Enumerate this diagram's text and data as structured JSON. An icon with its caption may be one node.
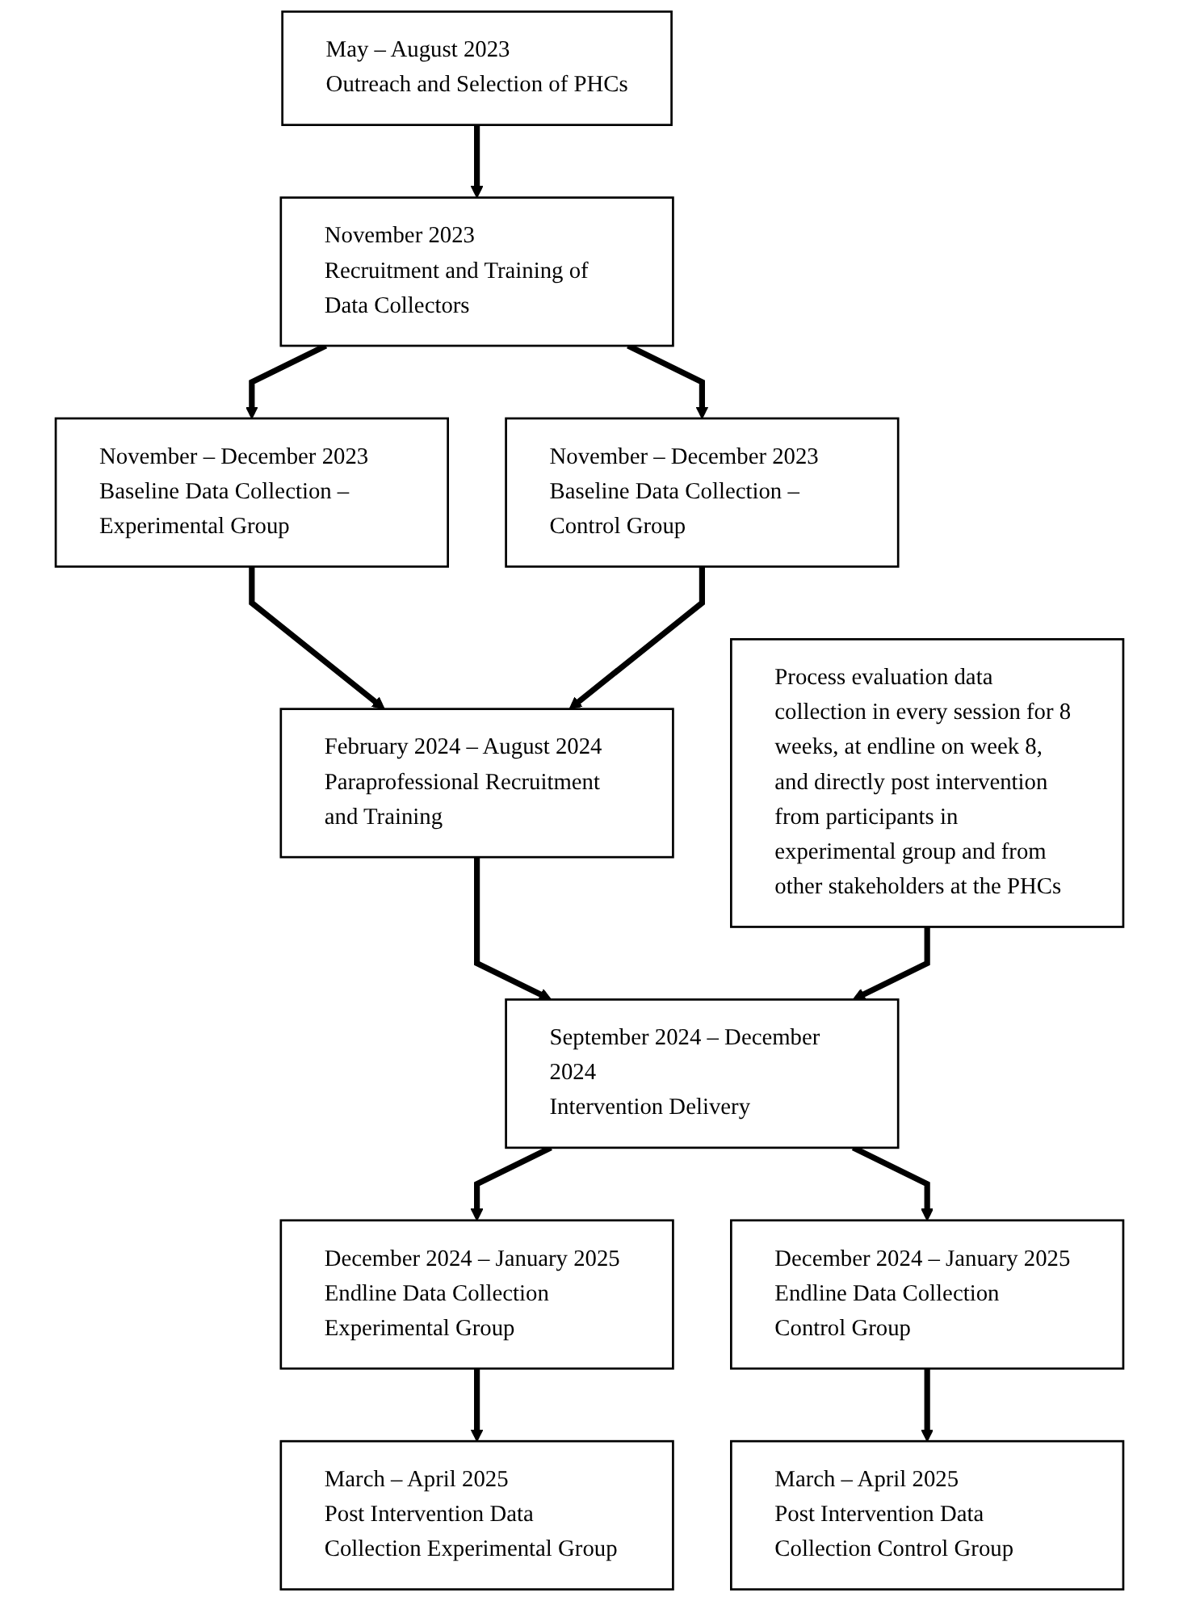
{
  "diagram": {
    "nodes": [
      {
        "text": [
          "May – August 2023",
          "Outreach and Selection of PHCs"
        ]
      },
      {
        "text": [
          "November 2023",
          "Recruitment and Training of Data Collectors"
        ]
      },
      {
        "text": [
          "November – December 2023",
          "Baseline Data Collection – Experimental Group"
        ]
      },
      {
        "text": [
          "November – December 2023",
          "Baseline Data Collection – Control Group"
        ]
      },
      {
        "text": [
          "February 2024 – August 2024",
          "Paraprofessional Recruitment and Training"
        ]
      },
      {
        "text": [
          "September 2024 – December 2024",
          "Intervention Delivery"
        ]
      },
      {
        "text": [
          "Process evaluation data collection in every session for 8 weeks, at endline on week 8, and directly post intervention from participants in experimental group and from other stakeholders at the PHCs"
        ]
      },
      {
        "text": [
          "December 2024 – January 2025",
          "Endline Data Collection Experimental Group"
        ]
      },
      {
        "text": [
          "December 2024 – January 2025",
          "Endline Data Collection Control Group"
        ]
      },
      {
        "text": [
          "March – April 2025",
          "Post Intervention Data Collection Experimental Group"
        ]
      },
      {
        "text": [
          "March – April 2025",
          "Post Intervention Data Collection Control Group"
        ]
      }
    ],
    "edges": [
      {
        "from": 0,
        "to": 1,
        "arrow": "to"
      },
      {
        "from": 1,
        "to": 2,
        "arrow": "to"
      },
      {
        "from": 1,
        "to": 3,
        "arrow": "to"
      },
      {
        "from": 2,
        "to": 4,
        "arrow": "to"
      },
      {
        "from": 3,
        "to": 4,
        "arrow": "to"
      },
      {
        "from": 4,
        "to": 5,
        "arrow": "to"
      },
      {
        "from": 6,
        "to": 5,
        "arrow": "to"
      },
      {
        "from": 5,
        "to": 7,
        "arrow": "to"
      },
      {
        "from": 5,
        "to": 8,
        "arrow": "to"
      },
      {
        "from": 7,
        "to": 9,
        "arrow": "to"
      },
      {
        "from": 8,
        "to": 10,
        "arrow": "to"
      }
    ]
  }
}
